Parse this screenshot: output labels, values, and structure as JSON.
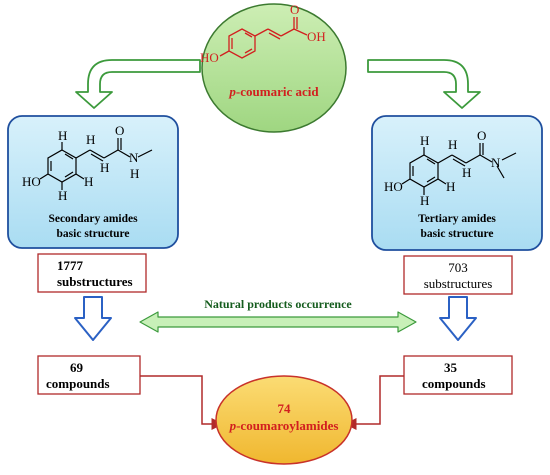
{
  "colors": {
    "ellipse_fill": "#b5e39a",
    "ellipse_stroke": "#3c7a30",
    "amide_box_fill": "#bfe6f7",
    "amide_box_stroke": "#1f4f9e",
    "down_arrow_fill": "#ffffff",
    "down_arrow_stroke": "#2b61c4",
    "green_arrow_stroke": "#3c9a3c",
    "double_arrow_fill": "#c8f0b8",
    "final_fill": "#f6c84a",
    "final_stroke": "#c8322a",
    "box_stroke": "#b12a2a",
    "red_text": "#d21f1f",
    "green_text": "#145c1d",
    "connector_red": "#b12a2a"
  },
  "source": {
    "label_prefix": "p",
    "label_suffix": "-coumaric acid",
    "atoms": {
      "oh_left": "HO",
      "o_top": "O",
      "oh_right": "OH"
    }
  },
  "secondary": {
    "title_line1": "Secondary amides",
    "title_line2": "basic structure",
    "atoms": {
      "h": "H",
      "o": "O",
      "n": "N",
      "ho": "HO"
    }
  },
  "tertiary": {
    "title_line1": "Tertiary amides",
    "title_line2": "basic structure",
    "atoms": {
      "h": "H",
      "o": "O",
      "n": "N",
      "ho": "HO"
    }
  },
  "substructures": {
    "left": {
      "count": "1777",
      "label": "substructures"
    },
    "right": {
      "count": "703",
      "label": "substructures"
    }
  },
  "natural_products": {
    "label": "Natural products occurrence"
  },
  "compounds": {
    "left": {
      "count": "69",
      "label": "compounds"
    },
    "right": {
      "count": "35",
      "label": "compounds"
    }
  },
  "result": {
    "count": "74",
    "label_prefix": "p",
    "label_suffix": "-coumaroylamides"
  }
}
